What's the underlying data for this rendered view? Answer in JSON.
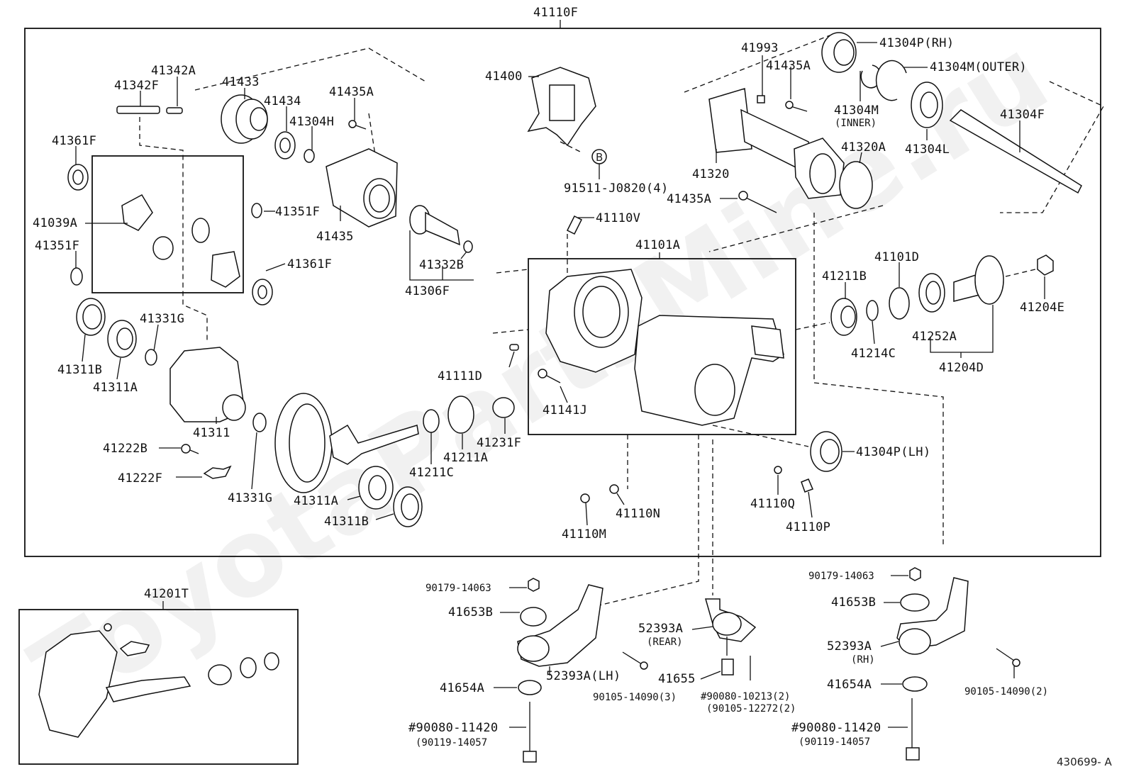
{
  "diagram": {
    "watermark": "ToyotaPartsMine.ru",
    "figure_code": "430699- A",
    "callout_b": "B",
    "assembly_main": "41110F",
    "assembly_sub": "41201T",
    "labels": {
      "l41110F": "41110F",
      "l41342A": "41342A",
      "l41342F": "41342F",
      "l41433": "41433",
      "l41434": "41434",
      "l41304H": "41304H",
      "l41435A_1": "41435A",
      "l41361F_1": "41361F",
      "l41039A": "41039A",
      "l41351F_1": "41351F",
      "l41351F_2": "41351F",
      "l41435": "41435",
      "l41361F_2": "41361F",
      "l41332B": "41332B",
      "l41306F": "41306F",
      "l41400": "41400",
      "l91511": "91511-J0820(4)",
      "l41110V": "41110V",
      "l41101A": "41101A",
      "l41993": "41993",
      "l41435A_2": "41435A",
      "l41320": "41320",
      "l41435A_3": "41435A",
      "l41304P_RH": "41304P(RH)",
      "l41304M_OUT": "41304M(OUTER)",
      "l41304M_IN": "41304M",
      "l41304M_IN_sub": "(INNER)",
      "l41320A": "41320A",
      "l41304L": "41304L",
      "l41304F": "41304F",
      "l41211B": "41211B",
      "l41101D": "41101D",
      "l41204E": "41204E",
      "l41214C": "41214C",
      "l41252A": "41252A",
      "l41204D": "41204D",
      "l41331G_1": "41331G",
      "l41311B_1": "41311B",
      "l41311A_1": "41311A",
      "l41311": "41311",
      "l41111D": "41111D",
      "l41141J": "41141J",
      "l41231F": "41231F",
      "l41211A": "41211A",
      "l41211C": "41211C",
      "l41222B": "41222B",
      "l41222F": "41222F",
      "l41331G_2": "41331G",
      "l41311A_2": "41311A",
      "l41311B_2": "41311B",
      "l41304P_LH": "41304P(LH)",
      "l41110Q": "41110Q",
      "l41110P": "41110P",
      "l41110N": "41110N",
      "l41110M": "41110M",
      "l41201T": "41201T",
      "l90179_L": "90179-14063",
      "l41653B_L": "41653B",
      "l52393A_LH": "52393A(LH)",
      "l41654A_L": "41654A",
      "l90080_L": "#90080-11420",
      "l90119_L": "(90119-14057",
      "l52393A_REAR": "52393A",
      "l52393A_REAR_sub": "(REAR)",
      "l41655": "41655",
      "l90105_3": "90105-14090(3)",
      "l90080_10213": "#90080-10213(2)",
      "l90105_12272": "(90105-12272(2)",
      "l90179_R": "90179-14063",
      "l41653B_R": "41653B",
      "l52393A_RH": "52393A",
      "l52393A_RH_sub": "(RH)",
      "l41654A_R": "41654A",
      "l90105_2": "90105-14090(2)",
      "l90080_R": "#90080-11420",
      "l90119_R": "(90119-14057"
    }
  }
}
